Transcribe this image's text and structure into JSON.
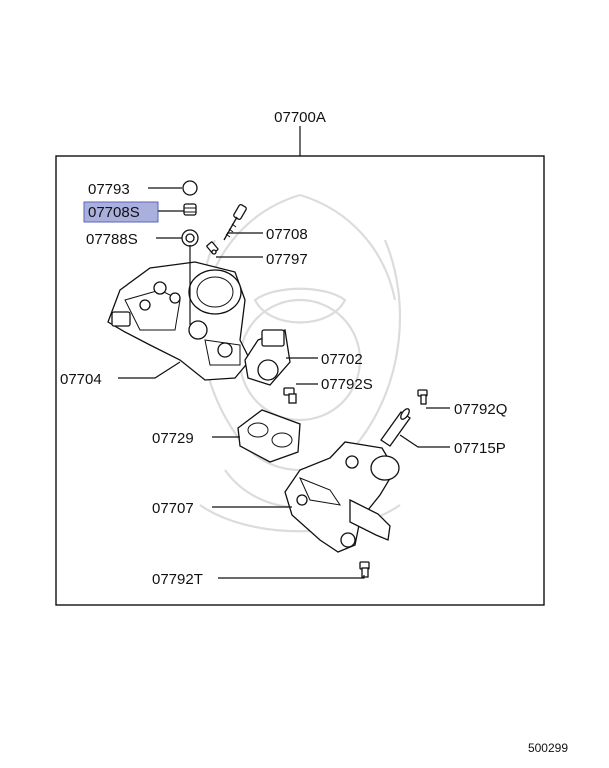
{
  "assembly_label": "07700A",
  "footer_code": "500299",
  "callouts": {
    "c07793": "07793",
    "c07708S": "07708S",
    "c07788S": "07788S",
    "c07708": "07708",
    "c07797": "07797",
    "c07704": "07704",
    "c07702": "07702",
    "c07792S": "07792S",
    "c07792Q": "07792Q",
    "c07729": "07729",
    "c07715P": "07715P",
    "c07707": "07707",
    "c07792T": "07792T"
  },
  "highlight_color": "#aab0dd"
}
